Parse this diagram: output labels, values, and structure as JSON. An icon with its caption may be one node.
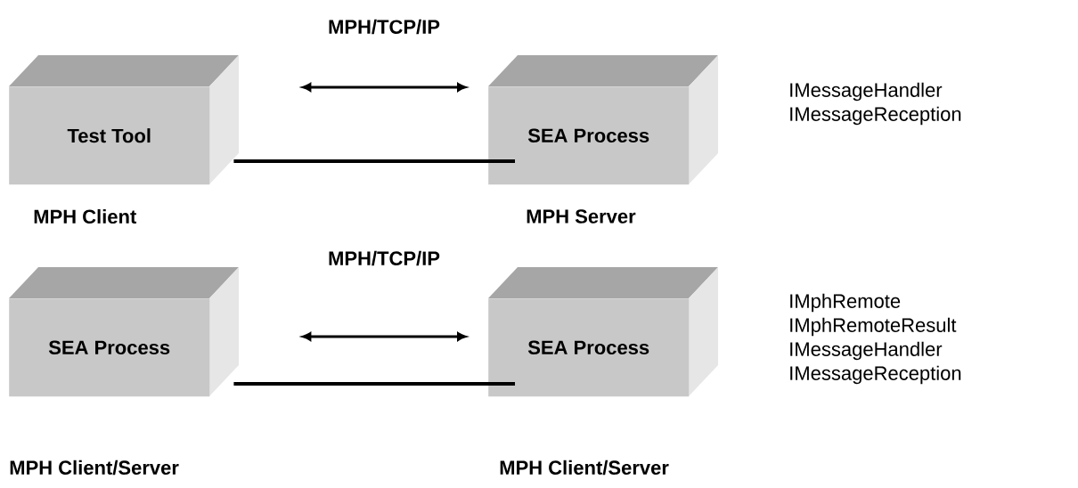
{
  "diagram": {
    "nodes": [
      {
        "text": [
          "Test Tool"
        ],
        "beside": [
          "MPH Client"
        ]
      },
      {
        "text": [
          "SEA Process"
        ],
        "beside": [
          "MPH Server"
        ]
      },
      {
        "text": [
          "SEA Process"
        ],
        "beside": [
          "MPH Client/Server"
        ]
      },
      {
        "text": [
          "SEA Process"
        ],
        "beside": [
          "MPH Client/Server"
        ]
      }
    ],
    "edges": [
      {
        "from": 0,
        "to": 1,
        "arrow": "both",
        "label": "MPH/TCP/IP"
      },
      {
        "from": 0,
        "to": 1,
        "arrow": "none"
      },
      {
        "from": 2,
        "to": 3,
        "arrow": "both",
        "label": "MPH/TCP/IP"
      },
      {
        "from": 2,
        "to": 3,
        "arrow": "none"
      }
    ],
    "labels": [
      "IMessageHandler",
      "IMessageReception",
      "IMphRemote",
      "IMphRemoteResult",
      "IMessageHandler",
      "IMessageReception"
    ]
  }
}
